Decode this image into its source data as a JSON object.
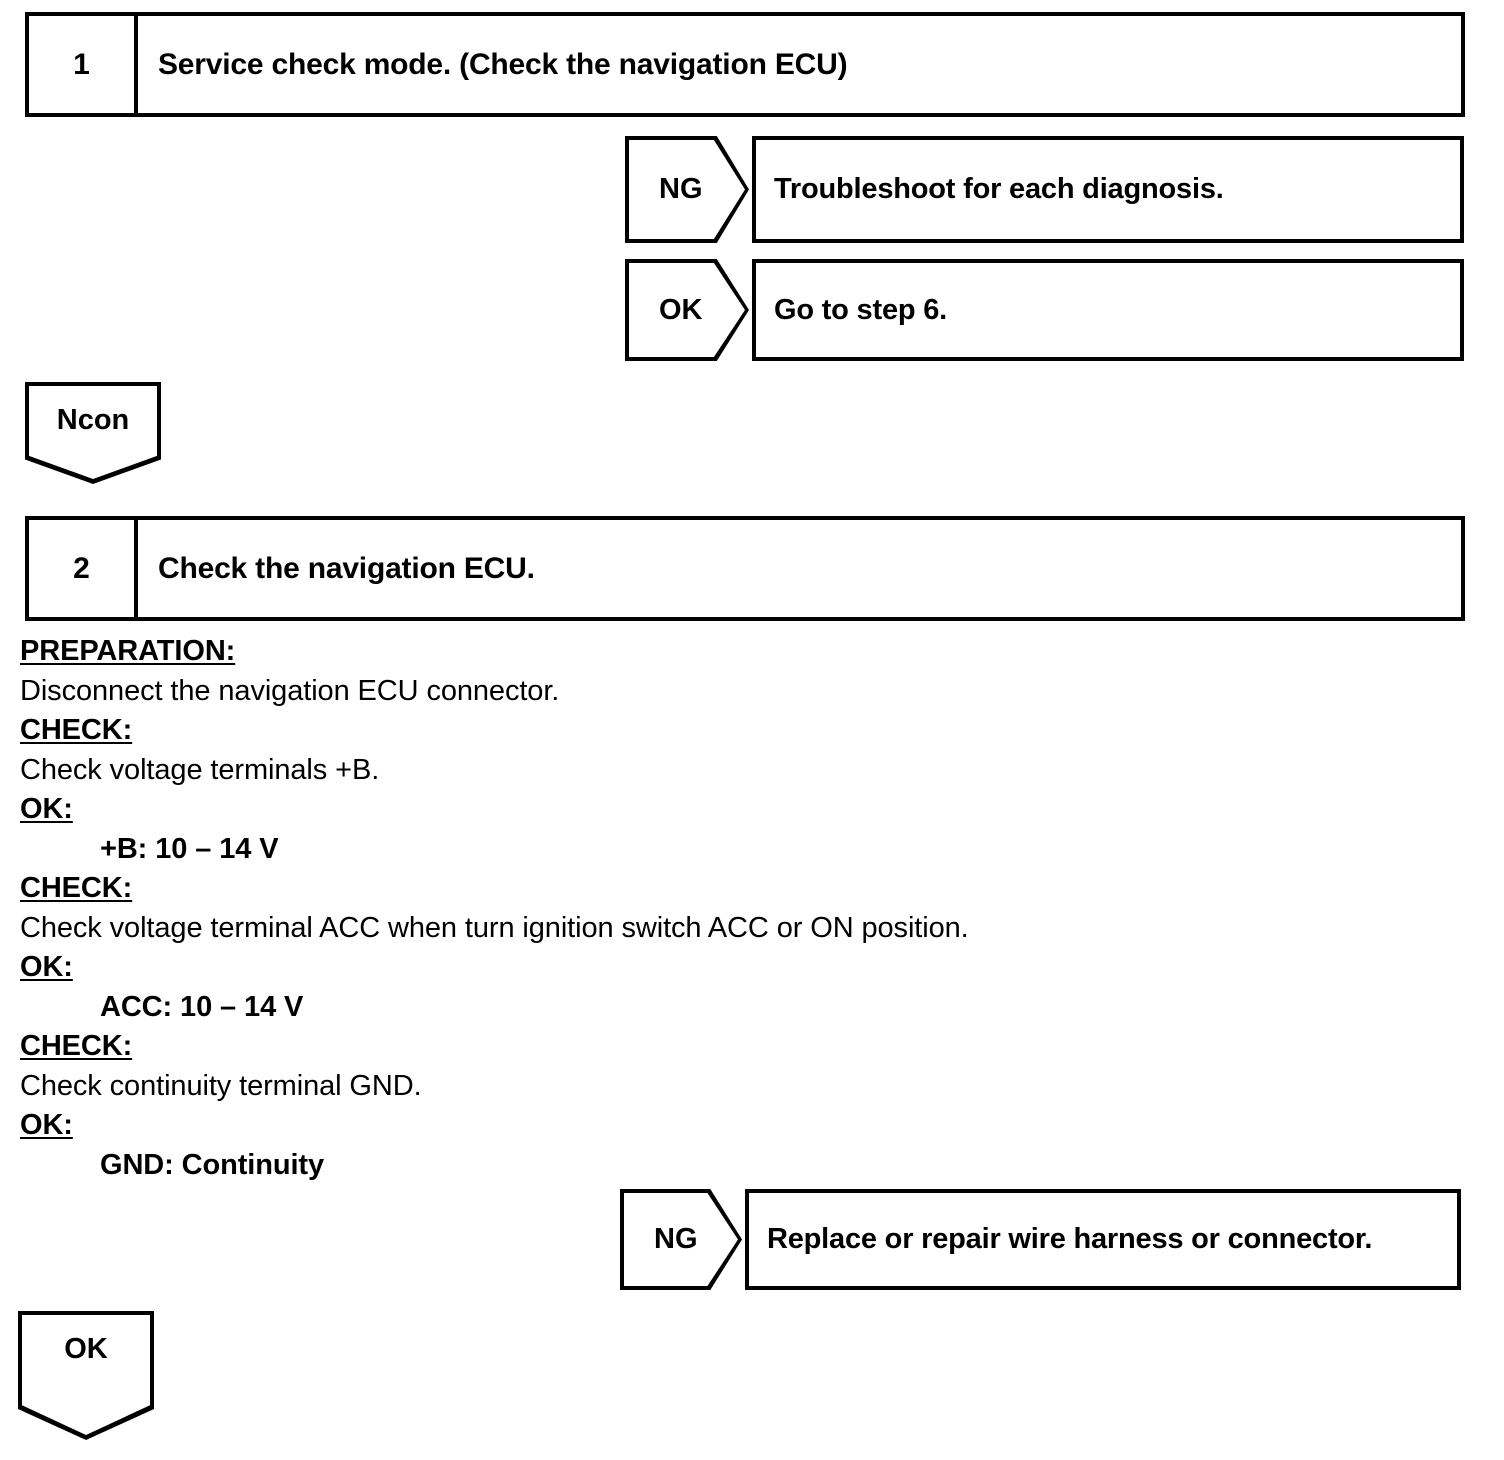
{
  "document": {
    "type": "troubleshooting-flowchart",
    "title": "Navigation ECU troubleshooting steps"
  },
  "steps": [
    {
      "number": "1",
      "title": "Service check mode. (Check the navigation ECU)",
      "branches": [
        {
          "tag": "NG",
          "result": "Troubleshoot for each diagnosis."
        },
        {
          "tag": "OK",
          "result": "Go to step 6."
        }
      ]
    },
    {
      "number": "2",
      "title": "Check the navigation ECU.",
      "branches": [
        {
          "tag": "NG",
          "result": "Replace or repair wire harness or connector."
        }
      ]
    }
  ],
  "connectors": [
    {
      "label": "Ncon"
    },
    {
      "label": "OK"
    }
  ],
  "detail_lines": [
    {
      "kind": "head",
      "text": "PREPARATION:"
    },
    {
      "kind": "body",
      "text": "Disconnect the navigation ECU connector."
    },
    {
      "kind": "head",
      "text": "CHECK:"
    },
    {
      "kind": "body",
      "text": "Check voltage terminals +B."
    },
    {
      "kind": "head",
      "text": "OK:"
    },
    {
      "kind": "value",
      "text": "+B: 10 – 14 V"
    },
    {
      "kind": "head",
      "text": "CHECK:"
    },
    {
      "kind": "body",
      "text": "Check voltage terminal ACC when turn ignition switch ACC or ON position."
    },
    {
      "kind": "head",
      "text": "OK:"
    },
    {
      "kind": "value",
      "text": "ACC: 10 – 14 V"
    },
    {
      "kind": "head",
      "text": "CHECK:"
    },
    {
      "kind": "body",
      "text": "Check continuity terminal GND."
    },
    {
      "kind": "head",
      "text": "OK:"
    },
    {
      "kind": "value",
      "text": "GND: Continuity"
    }
  ],
  "colors": {
    "ink": "#000000",
    "paper": "#ffffff"
  }
}
